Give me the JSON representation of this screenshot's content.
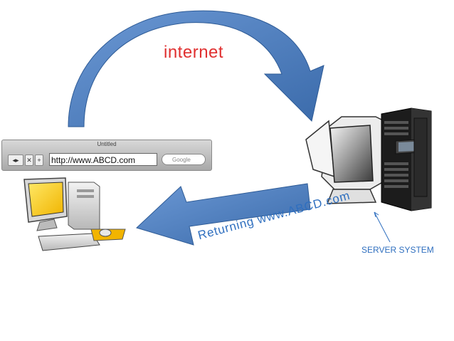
{
  "labels": {
    "internet": "internet",
    "returning": "Returning www.ABCD.com",
    "server": "SERVER SYSTEM"
  },
  "browser": {
    "title": "Untitled",
    "url": "http://www.ABCD.com",
    "search_placeholder": "Google",
    "back_glyph": "◂",
    "forward_glyph": "▸",
    "stop_glyph": "✕",
    "add_glyph": "+"
  },
  "colors": {
    "arrow_blue": "#4a7ec2",
    "arrow_dark": "#2e5b96",
    "internet_red": "#e03030",
    "label_blue": "#2f6fbf"
  },
  "icons": [
    "client-computer-icon",
    "server-monitor-icon",
    "server-rack-icon"
  ]
}
